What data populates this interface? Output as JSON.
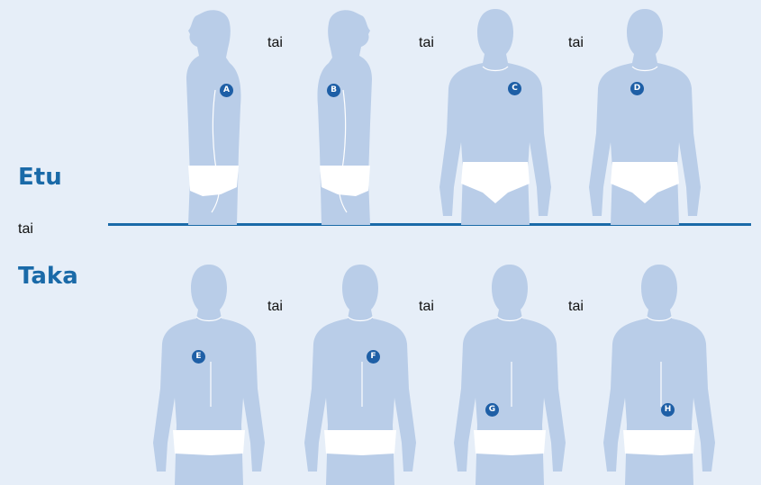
{
  "labels": {
    "front": "Etu",
    "back": "Taka",
    "or_left": "tai",
    "or_text": "tai"
  },
  "front_markers": [
    "A",
    "B",
    "C",
    "D"
  ],
  "back_markers": [
    "E",
    "F",
    "G",
    "H"
  ],
  "colors": {
    "background": "#e6eef8",
    "silhouette": "#b9cde8",
    "accent": "#1a6aa8",
    "marker": "#1e5fa6"
  }
}
